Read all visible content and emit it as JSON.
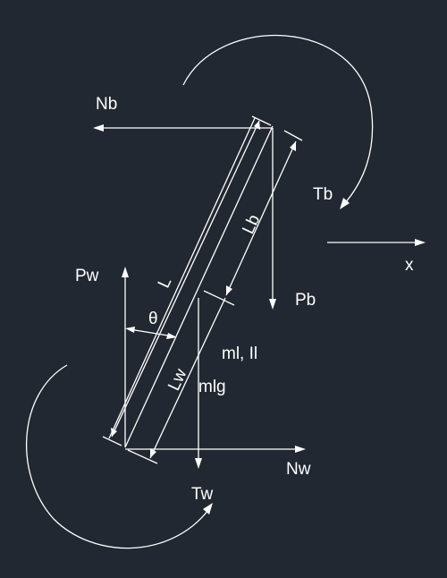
{
  "diagram": {
    "background_color": "#222831",
    "stroke_color": "#ffffff",
    "labels": {
      "Nb": "Nb",
      "Tb": "Tb",
      "Lb": "Lb",
      "x": "x",
      "Pw": "Pw",
      "L": "L",
      "Pb": "Pb",
      "theta": "θ",
      "ml_Il": "ml, Il",
      "Lw": "Lw",
      "mlg": "mlg",
      "Nw": "Nw",
      "Tw": "Tw"
    }
  }
}
